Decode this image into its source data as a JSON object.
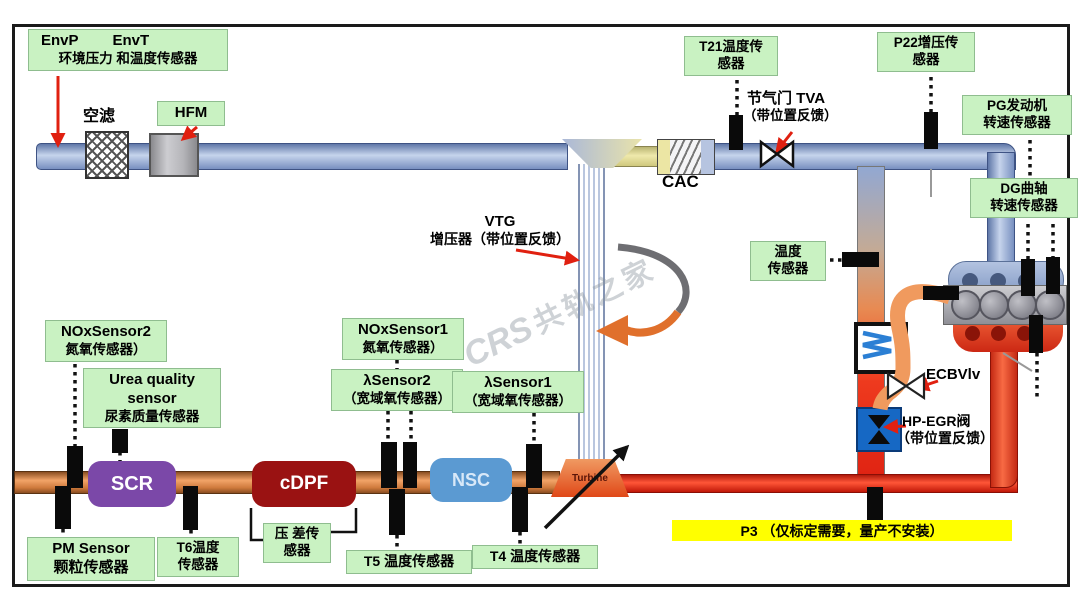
{
  "diagram": {
    "watermark": {
      "logo": "CRS",
      "text": "共轨之家"
    },
    "intake": {
      "envp_envt": {
        "en1": "EnvP",
        "en2": "EnvT",
        "cn": "环境压力 和温度传感器"
      },
      "air_filter": "空滤",
      "hfm": "HFM",
      "cac": "CAC",
      "t21": {
        "l1": "T21温度传",
        "l2": "感器"
      },
      "throttle": {
        "l1": "节气门 TVA",
        "l2": "（带位置反馈）"
      },
      "p22": {
        "l1": "P22增压传",
        "l2": "感器"
      }
    },
    "engine": {
      "pg": {
        "l1": "PG发动机",
        "l2": "转速传感器"
      },
      "dg": {
        "l1": "DG曲轴",
        "l2": "转速传感器"
      }
    },
    "egr": {
      "temp": {
        "l1": "温度",
        "l2": "传感器"
      },
      "ecbvlv": "ECBVlv",
      "hp_egr": {
        "l1": "HP-EGR阀",
        "l2": "（带位置反馈）"
      }
    },
    "turbo": {
      "vtg": {
        "l1": "VTG",
        "l2": "增压器（带位置反馈）"
      },
      "turbine": "Turbine"
    },
    "exhaust": {
      "nox2": {
        "l1": "NOxSensor2",
        "l2": "氮氧传感器）"
      },
      "urea": {
        "l1": "Urea quality",
        "l2": "sensor",
        "l3": "尿素质量传感器"
      },
      "scr": "SCR",
      "cdpf": "cDPF",
      "nsc": "NSC",
      "nox1": {
        "l1": "NOxSensor1",
        "l2": "氮氧传感器）"
      },
      "lambda2": {
        "l1": "λSensor2",
        "l2": "（宽域氧传感器）"
      },
      "lambda1": {
        "l1": "λSensor1",
        "l2": "（宽域氧传感器）"
      },
      "pm": {
        "l1": "PM Sensor",
        "l2": "颗粒传感器"
      },
      "t6": {
        "l1": "T6温度",
        "l2": "传感器"
      },
      "dp": {
        "l1": "压 差传",
        "l2": "感器"
      },
      "t5": "T5 温度传感器",
      "t4": "T4 温度传感器",
      "p3": "P3 （仅标定需要，量产不安装）"
    },
    "colors": {
      "label_bg": "#c9f2c2",
      "highlight": "#ffff00",
      "pipe_intake": "#8fa6d2",
      "pipe_exhaust_hot": "#e02414",
      "pipe_aftertreatment": "#e08a4a",
      "scr": "#7b48a8",
      "cdpf": "#9a1212",
      "nsc": "#5b9ad2",
      "sensor": "#000000"
    }
  }
}
